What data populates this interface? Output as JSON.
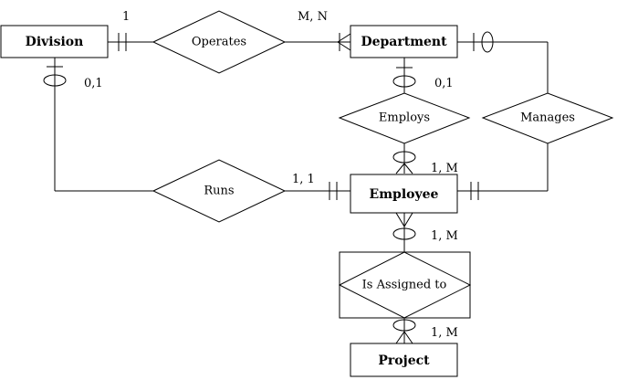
{
  "entities": {
    "division": "Division",
    "department": "Department",
    "employee": "Employee",
    "project": "Project"
  },
  "relationships": {
    "operates": "Operates",
    "employs": "Employs",
    "manages": "Manages",
    "runs": "Runs",
    "is_assigned_to": "Is Assigned to"
  },
  "cardinalities": {
    "operates_division": "1",
    "operates_department": "M, N",
    "division_runs": "0,1",
    "department_employs": "0,1",
    "employs_employee": "1, M",
    "runs_employee": "1, 1",
    "employee_assigned": "1, M",
    "project_assigned": "1, M"
  }
}
